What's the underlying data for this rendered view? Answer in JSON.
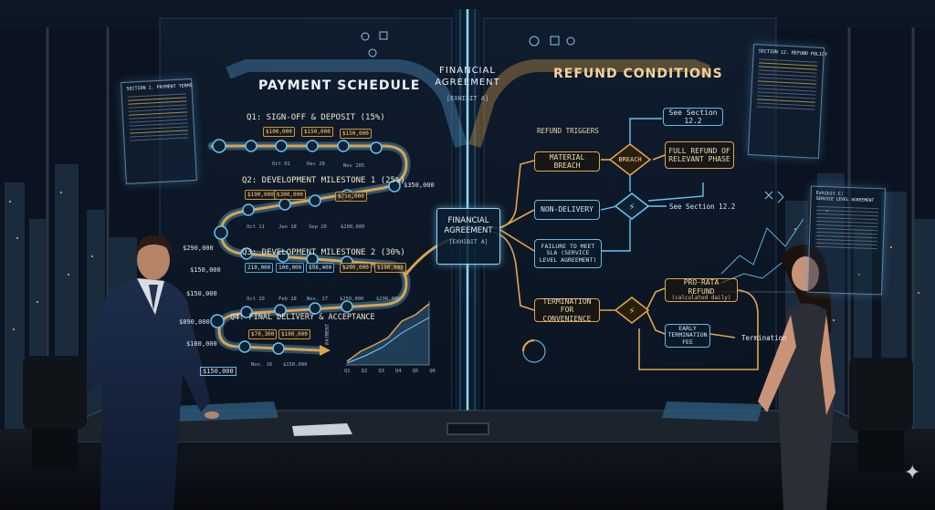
{
  "center_panel": {
    "title_top": "FINANCIAL\nAGREEMENT",
    "subtitle_top": "[EXHIBIT A]",
    "title_mid": "FINANCIAL\nAGREEMENT",
    "subtitle_mid": "[EXHIBIT A]"
  },
  "payment": {
    "title": "PAYMENT SCHEDULE",
    "q1": "Q1: SIGN-OFF & DEPOSIT (15%)",
    "q2": "Q2: DEVELOPMENT MILESTONE 1 (25%)",
    "q3": "Q3: DEVELOPMENT MILESTONE 2 (30%)",
    "q4": "Q4: FINAL DELIVERY & ACCEPTANCE",
    "q1_pills": [
      "$100,000",
      "$150,000",
      "$150,000"
    ],
    "q1_dates": [
      "Oct 01",
      "Dec 28",
      "Nov 205"
    ],
    "q1_end_amount": "$350,000",
    "q2_pills": [
      "$190,000",
      "$300,000",
      "$750,000"
    ],
    "q2_dates": [
      "Oct 11",
      "Jan 18",
      "Sep 20",
      "$200,000"
    ],
    "q3_pills": [
      "210,000",
      "100,000",
      "$98,400",
      "$290,000",
      "$190,000"
    ],
    "q3_dates": [
      "Oct 20",
      "Feb 28",
      "Nov. 27",
      "$250,000",
      "$290,000"
    ],
    "q4_pills": [
      "$70,300",
      "$100,000"
    ],
    "q4_dates": [
      "Nov. 16",
      "$150,000"
    ],
    "left_amounts": [
      "$290,000",
      "$150,000",
      "$150,000",
      "$890,000",
      "$100,000",
      "$150,000"
    ],
    "chart_ylabel": "PAYMENT",
    "chart_xlabels": [
      "Q1",
      "Q2",
      "Q3",
      "Q4",
      "Q5",
      "Q6"
    ]
  },
  "refund": {
    "title": "REFUND CONDITIONS",
    "triggers_label": "REFUND TRIGGERS",
    "material_breach": "MATERIAL BREACH",
    "breach": "BREACH",
    "see_section_top": "See Section 12.2",
    "full_refund": "FULL REFUND OF RELEVANT PHASE",
    "non_delivery": "NON-DELIVERY",
    "see_section_mid": "See Section 12.2",
    "sla": "FAILURE TO MEET SLA (SERVICE LEVEL AGREEMENT)",
    "termination_conv": "TERMINATION FOR CONVENIENCE",
    "pro_rata": "PRO-RATA REFUND",
    "pro_rata_sub": "(calculated daily)",
    "early_fee": "EARLY TERMINATION FEE",
    "termination": "Termination"
  },
  "documents": {
    "section1": "SECTION 1. PAYMENT TERMS",
    "section12": "SECTION 12. REFUND POLICY",
    "exhibit_c_title": "Exhibit C:",
    "exhibit_c_sub": "SERVICE LEVEL AGREEMENT"
  },
  "colors": {
    "amber": "#e2a64d",
    "cyan": "#6fc3f2",
    "background": "#070b12"
  }
}
